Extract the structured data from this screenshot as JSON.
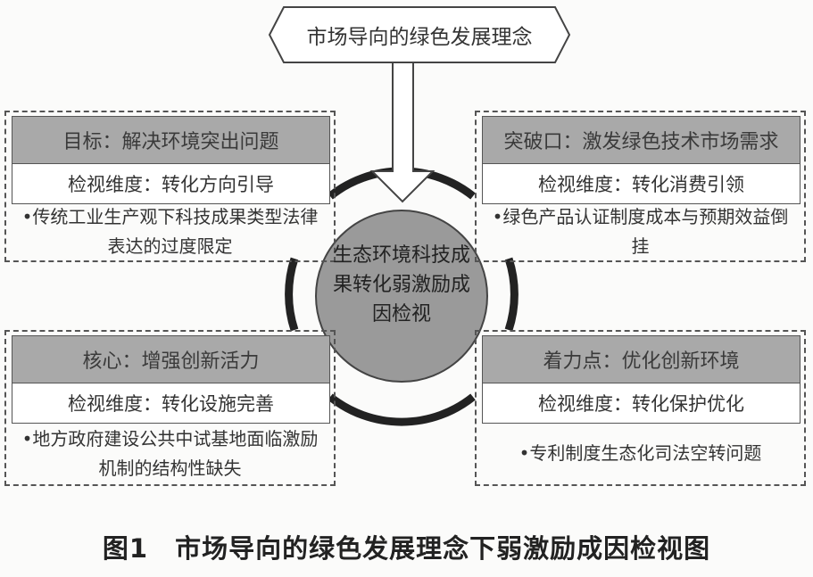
{
  "top_concept": "市场导向的绿色发展理念",
  "center": {
    "lines": [
      "生态环境科技成",
      "果转化弱激励成",
      "因检视"
    ]
  },
  "quadrants": [
    {
      "header": "目标：解决环境突出问题",
      "dimension": "检视维度：转化方向引导",
      "bullet": "•传统工业生产观下科技成果类型法律表达的过度限定"
    },
    {
      "header": "突破口：激发绿色技术市场需求",
      "dimension": "检视维度：转化消费引领",
      "bullet": "•绿色产品认证制度成本与预期效益倒挂"
    },
    {
      "header": "核心：增强创新活力",
      "dimension": "检视维度：转化设施完善",
      "bullet": "•地方政府建设公共中试基地面临激励机制的结构性缺失"
    },
    {
      "header": "着力点：优化创新环境",
      "dimension": "检视维度：转化保护优化",
      "bullet": "•专利制度生态化司法空转问题"
    }
  ],
  "caption": "图1　市场导向的绿色发展理念下弱激励成因检视图"
}
